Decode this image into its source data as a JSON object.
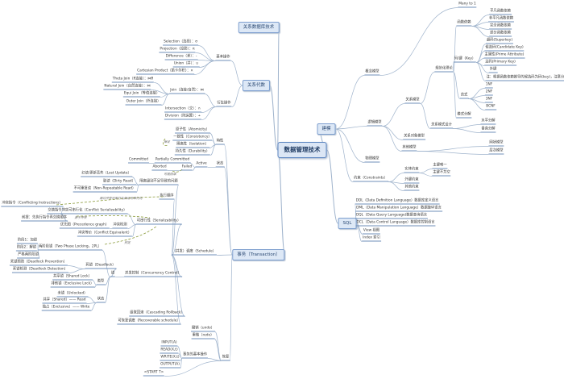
{
  "title": "数据管理技术",
  "colors": {
    "link": "#9fb3cc",
    "topic_fill": "#dde8f6",
    "annotation": "#8a9a3a"
  },
  "nodes": [
    {
      "id": "root",
      "text": "数据管理技术",
      "kind": "center"
    },
    {
      "id": "rdb",
      "text": "关系数据库技术",
      "kind": "topic",
      "parent": "root"
    },
    {
      "id": "ra",
      "text": "关系代数",
      "kind": "topic",
      "parent": "root"
    },
    {
      "id": "model",
      "text": "建模",
      "kind": "topic",
      "parent": "root"
    },
    {
      "id": "sql",
      "text": "SQL",
      "kind": "topic",
      "parent": "root"
    },
    {
      "id": "tx",
      "text": "事务（Transaction）",
      "kind": "topic",
      "parent": "root"
    },
    {
      "id": "ra_basic",
      "text": "基本操作",
      "parent": "ra"
    },
    {
      "id": "ra_sel",
      "text": "Selection（选择）：σ",
      "parent": "ra_basic"
    },
    {
      "id": "ra_proj",
      "text": "Projection（投影）：π",
      "parent": "ra_basic"
    },
    {
      "id": "ra_diff",
      "text": "Difference（差）：-",
      "parent": "ra_basic"
    },
    {
      "id": "ra_union",
      "text": "Union（并）：∪",
      "parent": "ra_basic"
    },
    {
      "id": "ra_cart",
      "text": "Cartesian Product（笛卡尔积）：×",
      "parent": "ra_basic"
    },
    {
      "id": "ra_der",
      "text": "衍生操作",
      "parent": "ra"
    },
    {
      "id": "ra_join",
      "text": "Join（连接/自然）：⋈",
      "parent": "ra_der"
    },
    {
      "id": "ra_theta",
      "text": "Theta Join（θ连接）：⋈θ",
      "parent": "ra_join"
    },
    {
      "id": "ra_nat",
      "text": "Natural Join（自然连接）：⋈",
      "parent": "ra_join"
    },
    {
      "id": "ra_equi",
      "text": "Equi Join（等值连接）",
      "parent": "ra_join"
    },
    {
      "id": "ra_outer",
      "text": "Outer Join（外连接）",
      "parent": "ra_join"
    },
    {
      "id": "ra_inter",
      "text": "Intersection（交）：∩",
      "parent": "ra_der"
    },
    {
      "id": "ra_div",
      "text": "Division（除运算）：÷",
      "parent": "ra_der"
    },
    {
      "id": "tx_prop",
      "text": "特性",
      "parent": "tx"
    },
    {
      "id": "tx_a",
      "text": "原子性（Atomicity）",
      "parent": "tx_prop"
    },
    {
      "id": "tx_c",
      "text": "一致性（Consistency）",
      "parent": "tx_prop"
    },
    {
      "id": "tx_i",
      "text": "隔离性（Isolation）",
      "parent": "tx_prop"
    },
    {
      "id": "tx_d",
      "text": "持久性（Durability）",
      "parent": "tx_prop"
    },
    {
      "id": "tx_state",
      "text": "状态",
      "parent": "tx"
    },
    {
      "id": "st_active",
      "text": "Active",
      "parent": "tx_state"
    },
    {
      "id": "st_pc",
      "text": "Partially Committed",
      "parent": "st_active"
    },
    {
      "id": "st_comm",
      "text": "Committed",
      "parent": "st_pc"
    },
    {
      "id": "st_fail",
      "text": "Failed",
      "parent": "st_active"
    },
    {
      "id": "st_abort",
      "text": "Aborted",
      "parent": "st_fail"
    },
    {
      "id": "tx_sched",
      "text": "（并发）调度（Schedule）",
      "parent": "tx"
    },
    {
      "id": "iso_prob",
      "text": "隔离级别不足导致的问题",
      "parent": "tx_sched"
    },
    {
      "id": "iso_lost",
      "text": "幻读/更新丢失（Lost Update）",
      "parent": "iso_prob"
    },
    {
      "id": "iso_dirty",
      "text": "脏读（Dirty Read）",
      "parent": "iso_prob"
    },
    {
      "id": "iso_nrr",
      "text": "不可重复读（Non-Repeatable Read）",
      "parent": "iso_prob"
    },
    {
      "id": "exec_order",
      "text": "执行顺序",
      "parent": "tx_sched"
    },
    {
      "id": "ser",
      "text": "可串行性（Serializability）",
      "parent": "tx_sched"
    },
    {
      "id": "conf_ser",
      "text": "冲突可串行化（Conflict Serializability）",
      "parent": "ser"
    },
    {
      "id": "conf_instr",
      "text": "冲突指令（Conflicting Instructions）",
      "parent": "conf_ser"
    },
    {
      "id": "swap",
      "text": "交换指令",
      "parent": "conf_ser"
    },
    {
      "id": "swap_pre",
      "text": "前提：先执行指令再交换顺序",
      "parent": "conf_ser"
    },
    {
      "id": "conf_det",
      "text": "冲突检测",
      "parent": "ser"
    },
    {
      "id": "prec",
      "text": "优先图（Precedence graph）",
      "parent": "conf_det"
    },
    {
      "id": "conf_eq",
      "text": "冲突等价（Conflict Equivalent）",
      "parent": "ser"
    },
    {
      "id": "cc",
      "text": "并发控制（Concurrency Control）",
      "parent": "tx_sched"
    },
    {
      "id": "lock",
      "text": "锁",
      "parent": "cc"
    },
    {
      "id": "2pl",
      "text": "两阶段锁（Two Phase Locking，2PL）",
      "parent": "lock"
    },
    {
      "id": "2pl_1",
      "text": "阶段1：加锁",
      "parent": "2pl"
    },
    {
      "id": "2pl_2",
      "text": "阶段2：解锁",
      "parent": "2pl"
    },
    {
      "id": "2pl_strict",
      "text": "严格两阶段锁",
      "parent": "2pl"
    },
    {
      "id": "dl",
      "text": "死锁（Deadlock）",
      "parent": "lock"
    },
    {
      "id": "dl_prev",
      "text": "死锁预防（Deadlock Prevention）",
      "parent": "dl"
    },
    {
      "id": "dl_det",
      "text": "死锁检测（Deadlock Detection）",
      "parent": "dl"
    },
    {
      "id": "lk_type",
      "text": "类型",
      "parent": "lock"
    },
    {
      "id": "lk_s",
      "text": "共享锁（Shared Lock）",
      "parent": "lk_type"
    },
    {
      "id": "lk_x",
      "text": "排他锁（Exclusive Lock）",
      "parent": "lk_type"
    },
    {
      "id": "lk_state",
      "text": "状态",
      "parent": "lock"
    },
    {
      "id": "lk_un",
      "text": "未锁（Unlocked）",
      "parent": "lk_state"
    },
    {
      "id": "lk_sh",
      "text": "共享（Shared）—— Read",
      "parent": "lk_state"
    },
    {
      "id": "lk_ex",
      "text": "独占（Exclusive）—— Write",
      "parent": "lk_state"
    },
    {
      "id": "casc",
      "text": "级联回滚（Cascading Rollback）",
      "parent": "tx_sched"
    },
    {
      "id": "recov",
      "text": "可恢复调度（Recoverable schedule）",
      "parent": "tx_sched"
    },
    {
      "id": "tx_rec",
      "text": "恢复",
      "parent": "tx"
    },
    {
      "id": "undo",
      "text": "撤销（undo）",
      "parent": "tx_rec"
    },
    {
      "id": "redo",
      "text": "重做（redo）",
      "parent": "tx_rec"
    },
    {
      "id": "basic_ops",
      "text": "事务的基本操作",
      "parent": "tx_rec"
    },
    {
      "id": "op_in",
      "text": "INPUT(A)",
      "parent": "basic_ops"
    },
    {
      "id": "op_rd",
      "text": "READ(X,t)",
      "parent": "basic_ops"
    },
    {
      "id": "op_wr",
      "text": "WRITE(X,t)",
      "parent": "basic_ops"
    },
    {
      "id": "op_out",
      "text": "OUTPUT(A)",
      "parent": "basic_ops"
    },
    {
      "id": "op_start",
      "text": "<START T>",
      "parent": "tx_rec"
    },
    {
      "id": "m_concept",
      "text": "概念模型",
      "parent": "model"
    },
    {
      "id": "m_many",
      "text": "Many to 1",
      "parent": "m_concept"
    },
    {
      "id": "m_logic",
      "text": "逻辑模型",
      "parent": "model"
    },
    {
      "id": "m_rel",
      "text": "关系模型",
      "parent": "m_logic"
    },
    {
      "id": "m_norm",
      "text": "规范化理论",
      "parent": "m_rel"
    },
    {
      "id": "m_fd",
      "text": "函数依赖",
      "parent": "m_norm"
    },
    {
      "id": "fd1",
      "text": "平凡函数依赖",
      "parent": "m_fd"
    },
    {
      "id": "fd2",
      "text": "非平凡函数依赖",
      "parent": "m_fd"
    },
    {
      "id": "fd3",
      "text": "完全函数依赖",
      "parent": "m_fd"
    },
    {
      "id": "fd4",
      "text": "部分函数依赖",
      "parent": "m_fd"
    },
    {
      "id": "m_key",
      "text": "码/键（Key）",
      "parent": "m_norm"
    },
    {
      "id": "k1",
      "text": "超码(Superkey)",
      "parent": "m_key"
    },
    {
      "id": "k2",
      "text": "候选码(Candidate Key)",
      "parent": "m_key"
    },
    {
      "id": "k3",
      "text": "主属性(Prime Attribute)",
      "parent": "m_key"
    },
    {
      "id": "k4",
      "text": "主码(Primary Key)",
      "parent": "m_key"
    },
    {
      "id": "k5",
      "text": "外键",
      "parent": "m_key"
    },
    {
      "id": "k6",
      "text": "注：根据函数依赖推导的候选码为码(key)，注意分辨",
      "parent": "m_key"
    },
    {
      "id": "m_nf",
      "text": "范式",
      "parent": "m_norm"
    },
    {
      "id": "nf1",
      "text": "1NF",
      "parent": "m_nf"
    },
    {
      "id": "nf2",
      "text": "2NF",
      "parent": "m_nf"
    },
    {
      "id": "nf3",
      "text": "3NF",
      "parent": "m_nf"
    },
    {
      "id": "nf4",
      "text": "BCNF",
      "parent": "m_nf"
    },
    {
      "id": "m_decomp",
      "text": "模式分解",
      "parent": "m_norm"
    },
    {
      "id": "m_design",
      "text": "关系模式设计",
      "parent": "m_rel"
    },
    {
      "id": "d1",
      "text": "水平分解",
      "parent": "m_design"
    },
    {
      "id": "d2",
      "text": "垂直分解",
      "parent": "m_design"
    },
    {
      "id": "m_obj",
      "text": "关系对象模型",
      "parent": "m_logic"
    },
    {
      "id": "m_other",
      "text": "其他模型",
      "parent": "m_logic"
    },
    {
      "id": "o1",
      "text": "网状模型",
      "parent": "m_other"
    },
    {
      "id": "o2",
      "text": "层次模型",
      "parent": "m_other"
    },
    {
      "id": "m_phys",
      "text": "物理模型",
      "parent": "model"
    },
    {
      "id": "m_cons",
      "text": "约束（Constraints）",
      "parent": "model"
    },
    {
      "id": "c_ent",
      "text": "实体约束",
      "parent": "m_cons"
    },
    {
      "id": "c_e1",
      "text": "主键唯一",
      "parent": "c_ent"
    },
    {
      "id": "c_e2",
      "text": "主键不为空",
      "parent": "c_ent"
    },
    {
      "id": "c_fk",
      "text": "外键约束",
      "parent": "m_cons"
    },
    {
      "id": "c_other",
      "text": "其他约束",
      "parent": "m_cons"
    },
    {
      "id": "sql_ddl",
      "text": "DDL（Data Definition Language）数据库定义语言",
      "parent": "sql"
    },
    {
      "id": "sql_dml",
      "text": "DML（Data Manipulation Language）数据操纵语言",
      "parent": "sql"
    },
    {
      "id": "sql_dql",
      "text": "DQL（Data Query Language)数据查询语言",
      "parent": "sql"
    },
    {
      "id": "sql_dcl",
      "text": "DCL（Data Control Language）数据库控制语言",
      "parent": "sql"
    },
    {
      "id": "sql_view",
      "text": "View 视图",
      "parent": "sql"
    },
    {
      "id": "sql_index",
      "text": "Index 索引",
      "parent": "sql"
    }
  ],
  "annotations": [
    {
      "id": "a1",
      "text": "保证"
    },
    {
      "id": "a2",
      "text": "可能回滚"
    },
    {
      "id": "a3",
      "text": "通过冲突可串行化保证可串行化"
    },
    {
      "id": "a4",
      "text": "源于冲突"
    },
    {
      "id": "a5",
      "text": "判定"
    }
  ]
}
